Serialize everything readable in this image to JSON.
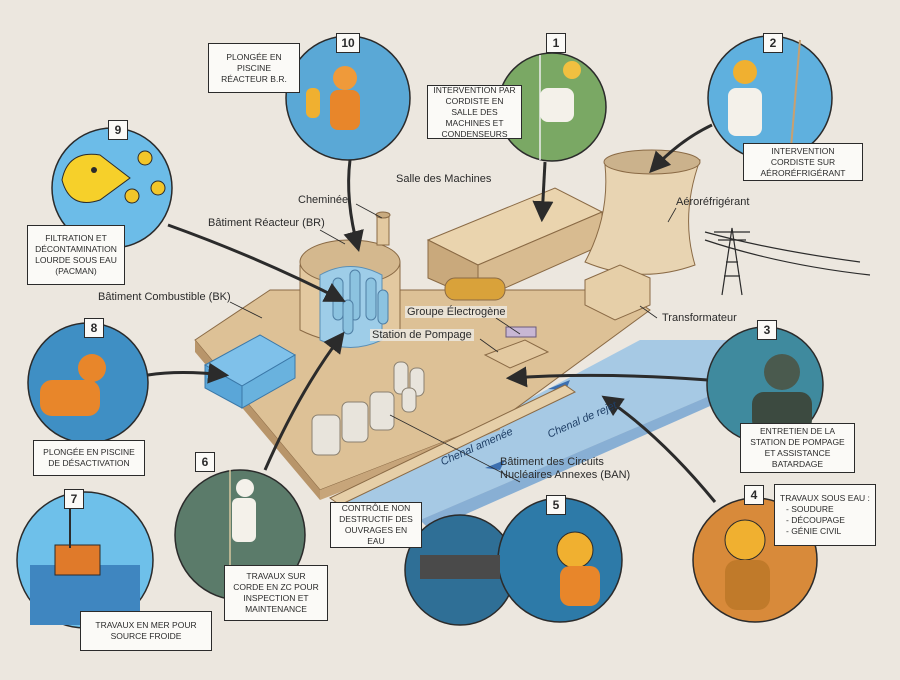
{
  "sites": {
    "salle_machines": "Salle des Machines",
    "cheminee": "Cheminée",
    "batiment_reacteur": "Bâtiment Réacteur (BR)",
    "aerorefrigerant": "Aéroréfrigérant",
    "batiment_combustible": "Bâtiment Combustible (BK)",
    "groupe_electrogene": "Groupe Électrogène",
    "station_pompage": "Station de Pompage",
    "transformateur": "Transformateur",
    "chenal_amenee": "Chenal amenée",
    "chenal_rejet": "Chenal de rejet",
    "ban": "Bâtiment des Circuits Nucléaires Annexes (BAN)"
  },
  "callouts": [
    {
      "num": "1",
      "text": "Intervention par cordiste en salle des machines et condenseurs"
    },
    {
      "num": "2",
      "text": "Intervention cordiste sur aéroréfrigérant"
    },
    {
      "num": "3",
      "text": "Entretien de la station de pompage et assistance batardage"
    },
    {
      "num": "4",
      "text": "Travaux sous eau :",
      "items": [
        "- Soudure",
        "- Découpage",
        "- Génie civil"
      ]
    },
    {
      "num": "5",
      "text": "Contrôle non destructif des ouvrages en eau"
    },
    {
      "num": "6",
      "text": "Travaux sur corde en ZC pour inspection et maintenance"
    },
    {
      "num": "7",
      "text": "Travaux en mer pour source froide"
    },
    {
      "num": "8",
      "text": "Plongée en piscine de désactivation"
    },
    {
      "num": "9",
      "text": "Filtration et décontamination lourde sous eau (Pacman)"
    },
    {
      "num": "10",
      "text": "Plongée en piscine réacteur B.R."
    }
  ],
  "colors": {
    "background": "#ece7df",
    "building": "#e6cfa8",
    "building_dark": "#c9ab80",
    "water": "#7fb8e6",
    "channel": "#4f86c6",
    "diver_suit": "#e8862a",
    "scene_bg": "#2f7aa8"
  }
}
